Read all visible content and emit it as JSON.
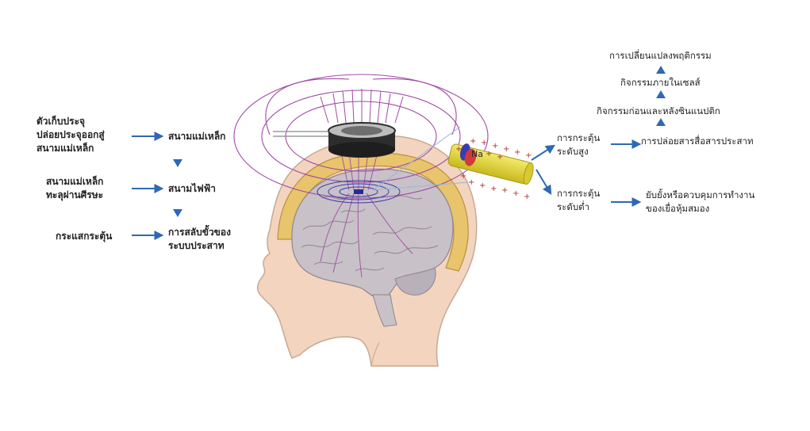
{
  "left_flow": {
    "source_line1": "ตัวเก็บประจุ",
    "source_line2": "ปล่อยประจุออกสู่",
    "source_line3": "สนามแม่เหล็ก",
    "magnetic_field": "สนามแม่เหล็ก",
    "passing_line1": "สนามแม่เหล็ก",
    "passing_line2": "ทะลุผ่านศีรษะ",
    "electric_field": "สนามไฟฟ้า",
    "current": "กระแสกระตุ้น",
    "depol_line1": "การสลับขั้วของ",
    "depol_line2": "ระบบประสาท"
  },
  "right_flow": {
    "high_line1": "การกระตุ้น",
    "high_line2": "ระดับสูง",
    "low_line1": "การกระตุ้น",
    "low_line2": "ระดับต่ำ",
    "neurotransmitter": "การปล่อยสารสื่อสารประสาท",
    "pre_post": "กิจกรรมก่อนและหลังซินแนปติก",
    "intracellular": "กิจกรรมภายในเซลส์",
    "behavior": "การเปลี่ยนแปลงพฤติกรรม",
    "inhibit_line1": "ยับยั้งหรือควบคุมการทำงาน",
    "inhibit_line2": "ของเยื่อหุ้มสมอง"
  },
  "illustration": {
    "ion_label": "Na",
    "plus_sign": "+",
    "colors": {
      "arrow": "#2f68b5",
      "field_line": "#a24aa4",
      "skull": "#e8c46c",
      "brain": "#c8c1c8",
      "skin": "#f3d4bf",
      "axon": "#e2d63c",
      "coil": "#2d2d2d"
    }
  }
}
